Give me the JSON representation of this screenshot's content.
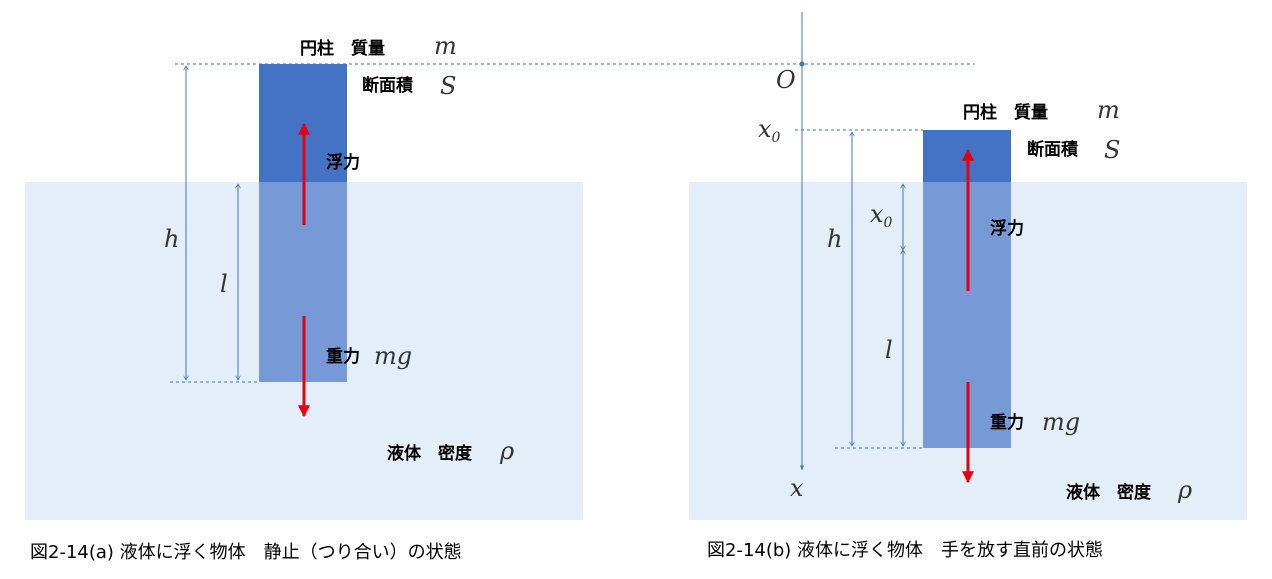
{
  "panel_a": {
    "cylinder_label": "円柱　質量",
    "mass_symbol": "m",
    "area_label": "断面積",
    "area_symbol": "S",
    "buoyancy_label": "浮力",
    "gravity_label": "重力",
    "gravity_symbol": "mg",
    "liquid_label": "液体　密度",
    "density_symbol": "ρ",
    "h_symbol": "h",
    "l_symbol": "l",
    "caption": "図2-14(a)  液体に浮く物体　静止（つり合い）の状態"
  },
  "panel_b": {
    "origin_symbol": "O",
    "x0_var": "x",
    "x0_sub": "0",
    "cylinder_label": "円柱　質量",
    "mass_symbol": "m",
    "area_label": "断面積",
    "area_symbol": "S",
    "buoyancy_label": "浮力",
    "gravity_label": "重力",
    "gravity_symbol": "mg",
    "liquid_label": "液体　密度",
    "density_symbol": "ρ",
    "h_symbol": "h",
    "l_symbol": "l",
    "x_axis_symbol": "x",
    "caption": "図2-14(b)  液体に浮く物体　手を放す直前の状態"
  },
  "colors": {
    "liquid": "#e3eef8",
    "cylinder_dry": "#4472c4",
    "cylinder_wet": "#7799d6",
    "force_arrow": "#e3000f",
    "dimension_line": "#4472c4"
  }
}
